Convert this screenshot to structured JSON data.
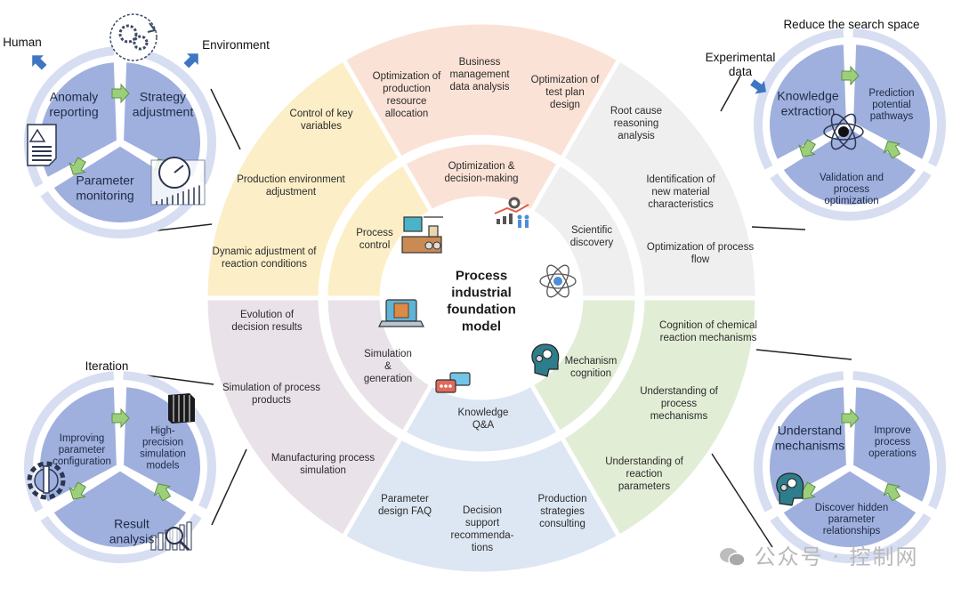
{
  "center": {
    "lines": [
      "Process",
      "industrial",
      "foundation",
      "model"
    ]
  },
  "sectors": [
    {
      "id": "process-control",
      "color": "#fcefc7",
      "inner_lines": [
        "Process",
        "control"
      ],
      "icon": "control-panel-icon",
      "outer_items": [
        [
          "Control of key",
          "variables"
        ],
        [
          "Production environment",
          "adjustment"
        ],
        [
          "Dynamic adjustment of",
          "reaction conditions"
        ]
      ]
    },
    {
      "id": "optimization",
      "color": "#fbe2d6",
      "inner_lines": [
        "Optimization &",
        "decision-making"
      ],
      "icon": "growth-chart-icon",
      "outer_items": [
        [
          "Optimization of",
          "production",
          "resource",
          "allocation"
        ],
        [
          "Business",
          "management",
          "data analysis"
        ],
        [
          "Optimization of",
          "test plan",
          "design"
        ]
      ]
    },
    {
      "id": "scientific-discovery",
      "color": "#efefef",
      "inner_lines": [
        "Scientific",
        "discovery"
      ],
      "icon": "atom-icon",
      "outer_items": [
        [
          "Root cause",
          "reasoning",
          "analysis"
        ],
        [
          "Identification of",
          "new material",
          "characteristics"
        ],
        [
          "Optimization of process",
          "flow"
        ]
      ]
    },
    {
      "id": "mechanism-cognition",
      "color": "#e2edd6",
      "inner_lines": [
        "Mechanism",
        "cognition"
      ],
      "icon": "brain-gears-icon",
      "outer_items": [
        [
          "Cognition of chemical",
          "reaction mechanisms"
        ],
        [
          "Understanding of",
          "process",
          "mechanisms"
        ],
        [
          "Understanding of",
          "reaction",
          "parameters"
        ]
      ]
    },
    {
      "id": "knowledge-qa",
      "color": "#dde7f3",
      "inner_lines": [
        "Knowledge",
        "Q&A"
      ],
      "icon": "chat-bubbles-icon",
      "outer_items": [
        [
          "Parameter",
          "design FAQ"
        ],
        [
          "Decision",
          "support",
          "recommenda-",
          "tions"
        ],
        [
          "Production",
          "strategies",
          "consulting"
        ]
      ]
    },
    {
      "id": "simulation-generation",
      "color": "#e9e2e8",
      "inner_lines": [
        "Simulation",
        "&",
        "generation"
      ],
      "icon": "laptop-simulation-icon",
      "outer_items": [
        [
          "Evolution of",
          "decision results"
        ],
        [
          "Simulation of process",
          "products"
        ],
        [
          "Manufacturing process",
          "simulation"
        ]
      ]
    }
  ],
  "cycles": {
    "top_left": {
      "labels": {
        "left": "Human",
        "right": "Environment"
      },
      "segments": [
        [
          "Anomaly",
          "reporting"
        ],
        [
          "Strategy",
          "adjustment"
        ],
        [
          "Parameter",
          "monitoring"
        ]
      ]
    },
    "top_right": {
      "labels": {
        "top": "Reduce the search space",
        "left": [
          "Experimental",
          "data"
        ]
      },
      "segments": [
        [
          "Knowledge",
          "extraction"
        ],
        [
          "Prediction",
          "potential",
          "pathways"
        ],
        [
          "Validation and",
          "process",
          "optimization"
        ]
      ]
    },
    "bottom_left": {
      "labels": {
        "top": "Iteration"
      },
      "segments": [
        [
          "Improving",
          "parameter",
          "configuration"
        ],
        [
          "High-",
          "precision",
          "simulation",
          "models"
        ],
        [
          "Result",
          "analysis"
        ]
      ]
    },
    "bottom_right": {
      "segments": [
        [
          "Understand",
          "mechanisms"
        ],
        [
          "Improve",
          "process",
          "operations"
        ],
        [
          "Discover hidden",
          "parameter",
          "relationships"
        ]
      ]
    }
  },
  "colors": {
    "cycle_fill": "#9fb0de",
    "cycle_ring": "#d7def2",
    "cycle_arrow": "#9ccf7a",
    "input_arrow": "#3f76c3"
  },
  "watermark": "公众号 · 控制网"
}
